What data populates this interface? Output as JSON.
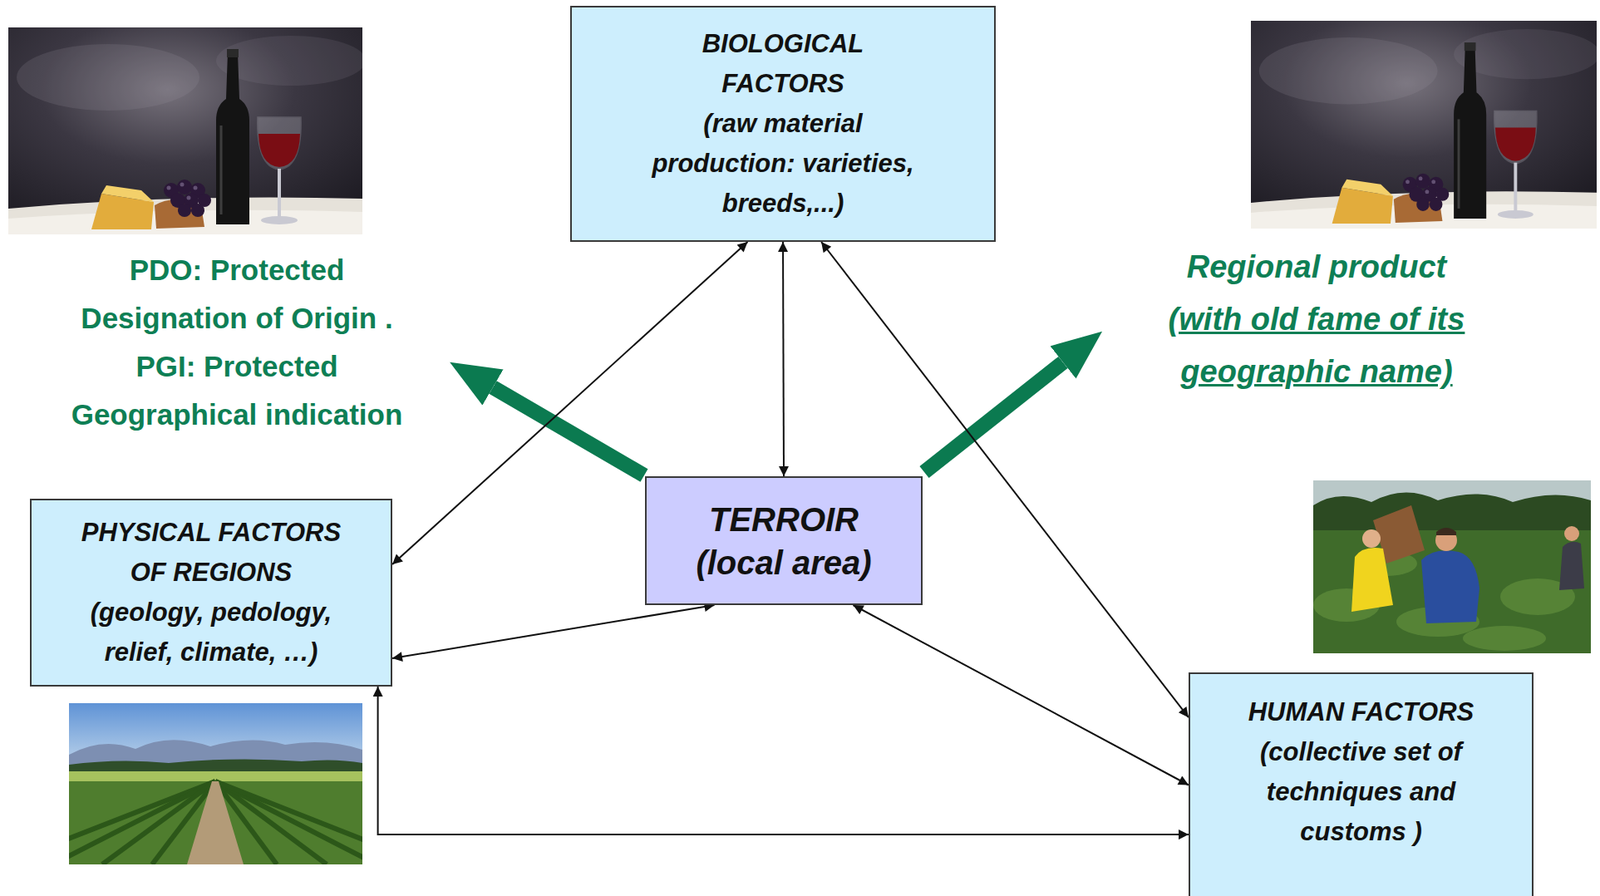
{
  "diagram": {
    "nodes": [
      {
        "text": [
          "BIOLOGICAL FACTORS",
          "(raw material production: varieties, breeds,...)"
        ]
      },
      {
        "text": [
          "TERROIR",
          "(local area)"
        ]
      },
      {
        "text": [
          "PHYSICAL FACTORS OF REGIONS",
          "(geology, pedology, relief, climate, …)"
        ]
      },
      {
        "text": [
          "HUMAN FACTORS",
          "(collective set of techniques and customs )"
        ]
      }
    ],
    "edges": [
      {
        "from": 0,
        "to": 2,
        "arrow": "both"
      },
      {
        "from": 0,
        "to": 1,
        "arrow": "both"
      },
      {
        "from": 0,
        "to": 3,
        "arrow": "both"
      },
      {
        "from": 1,
        "to": 2,
        "arrow": "both"
      },
      {
        "from": 1,
        "to": 3,
        "arrow": "both"
      },
      {
        "from": 2,
        "to": 3,
        "arrow": "both"
      }
    ],
    "labels": [
      "PDO: Protected Designation of Origin .",
      "PGI: Protected Geographical indication",
      "Regional product",
      "(with old fame of its geographic name)"
    ]
  }
}
